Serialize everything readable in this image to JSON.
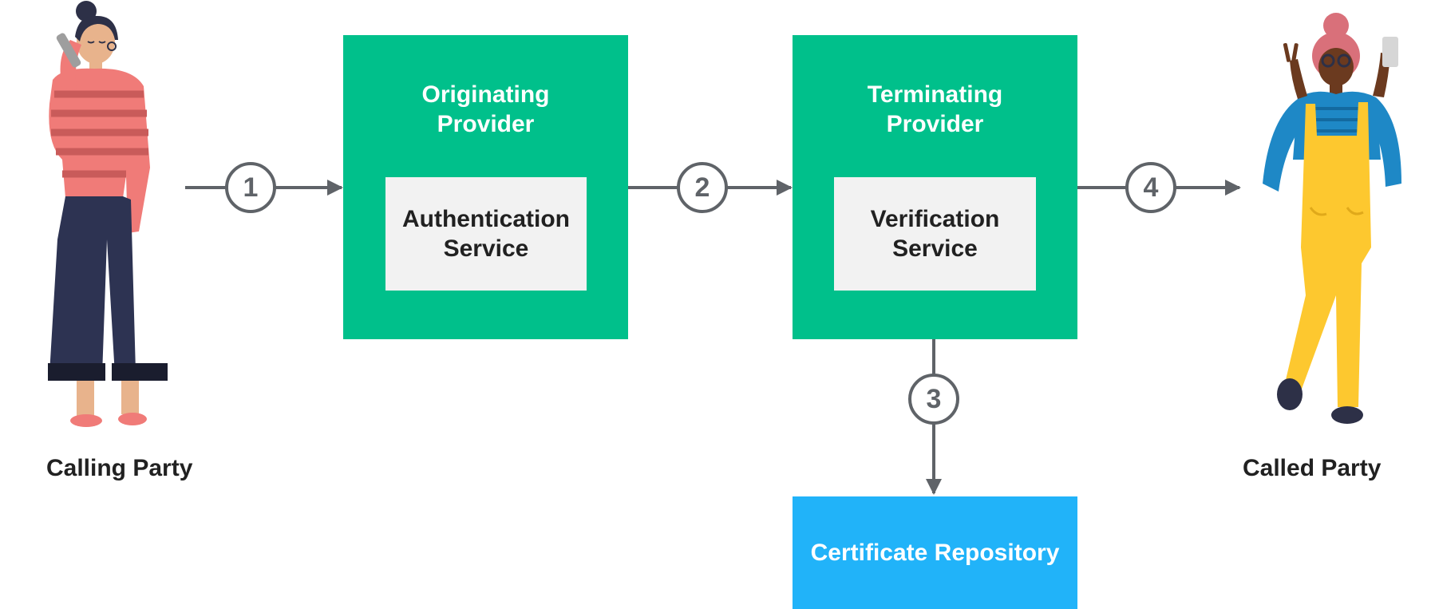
{
  "colors": {
    "provider": "#00c08b",
    "service": "#f2f2f2",
    "repository": "#21b3f9",
    "arrow": "#5f6368"
  },
  "originating_provider": {
    "title": "Originating\nProvider",
    "service": "Authentication\nService"
  },
  "terminating_provider": {
    "title": "Terminating\nProvider",
    "service": "Verification\nService"
  },
  "certificate_repository": "Certificate Repository",
  "steps": [
    "1",
    "2",
    "3",
    "4"
  ],
  "calling_party": {
    "label": "Calling Party",
    "icon": "woman-on-phone-illustration"
  },
  "called_party": {
    "label": "Called Party",
    "icon": "woman-waving-with-phone-illustration"
  }
}
